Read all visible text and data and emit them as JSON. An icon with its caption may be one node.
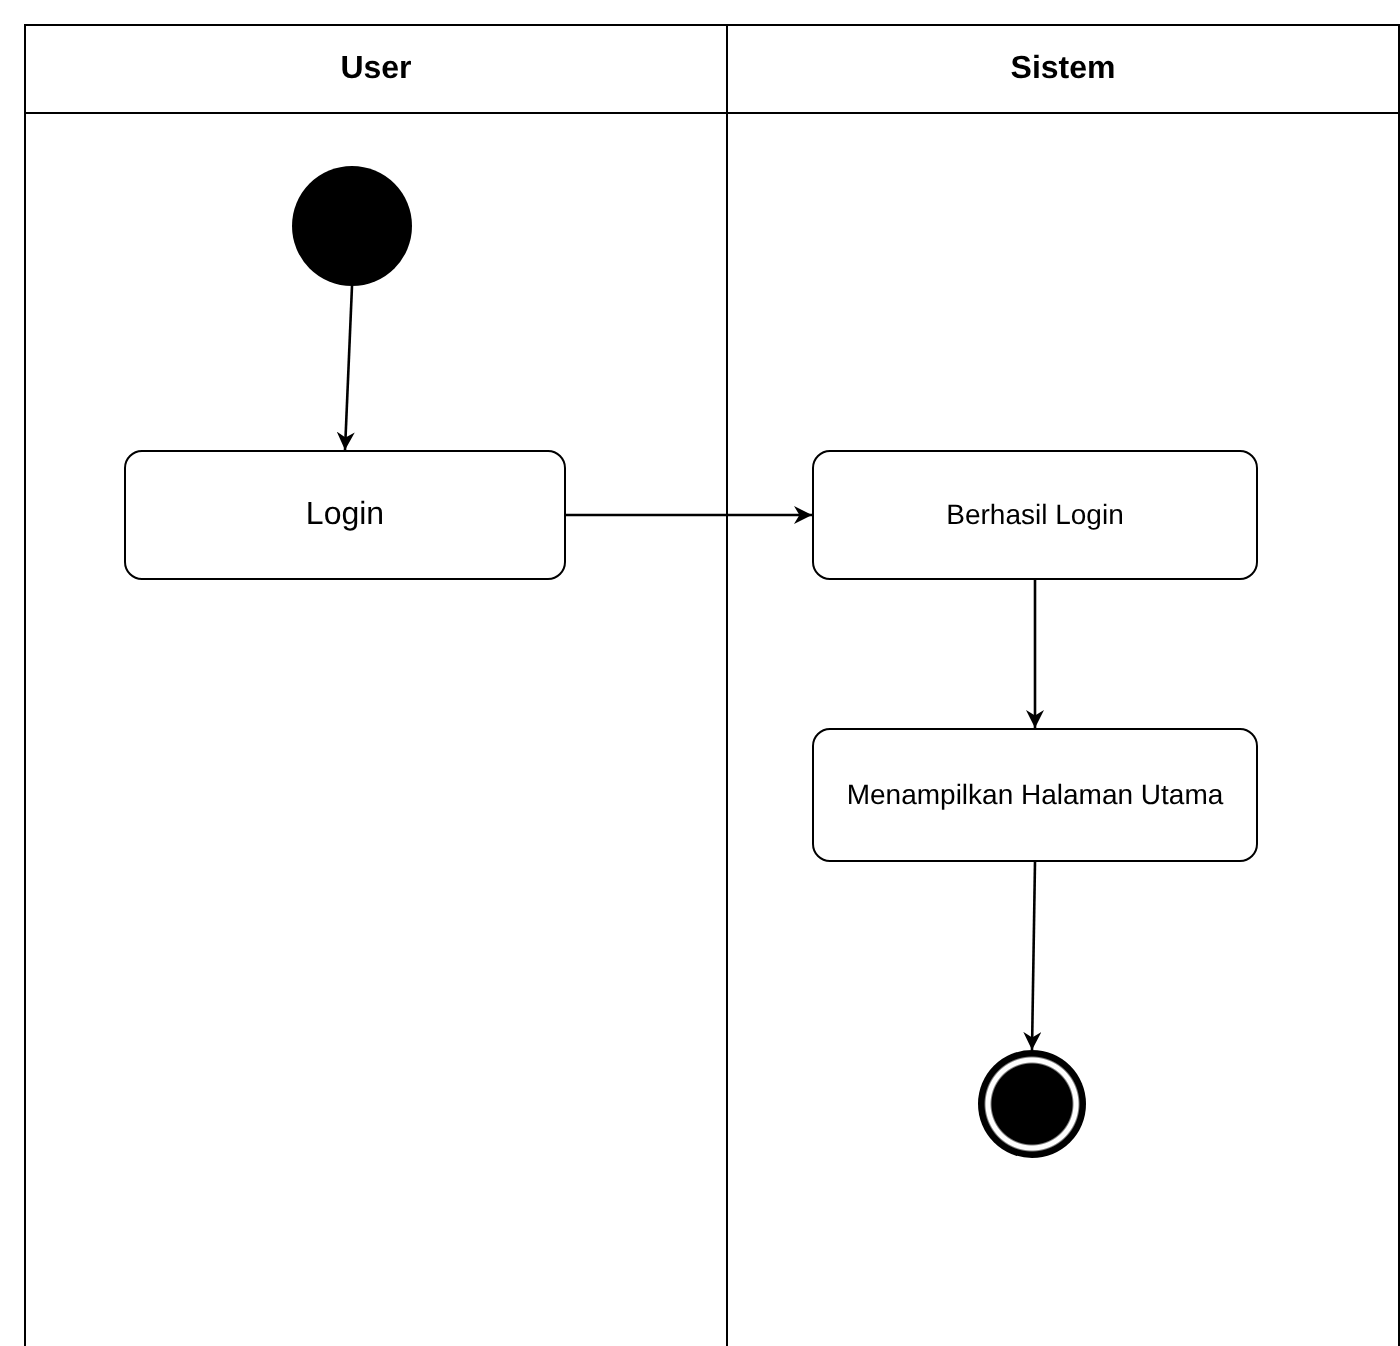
{
  "diagram": {
    "nodes": [
      {
        "text": [
          "User"
        ]
      },
      {
        "text": [
          "Sistem"
        ]
      },
      {
        "text": [],
        "shape": "circle",
        "in": 0
      },
      {
        "text": [
          "Login"
        ],
        "in": 0
      },
      {
        "text": [
          "Berhasil Login"
        ],
        "in": 1
      },
      {
        "text": [
          "Menampilkan Halaman Utama"
        ],
        "in": 1
      },
      {
        "text": [],
        "shape": "circle",
        "in": 1
      }
    ],
    "edges": [
      {
        "from": 2,
        "to": 3,
        "arrow": "to"
      },
      {
        "from": 3,
        "to": 4,
        "arrow": "to"
      },
      {
        "from": 4,
        "to": 5,
        "arrow": "to"
      },
      {
        "from": 5,
        "to": 6,
        "arrow": "to"
      }
    ]
  }
}
